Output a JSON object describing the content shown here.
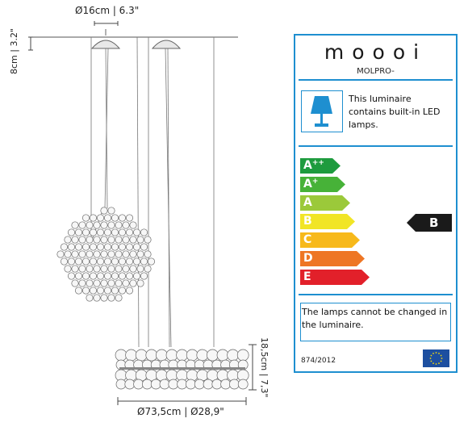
{
  "dimensions": {
    "canopy_diameter": "Ø16cm | 6.3\"",
    "canopy_height": "8cm | 3.2\"",
    "ring_diameter": "Ø73,5cm | Ø28,9\"",
    "ring_height": "18,5cm | 7,3\""
  },
  "energy_label": {
    "brand": "moooi",
    "model": "MOLPRO-",
    "lamp_text": "This luminaire contains built-in LED lamps.",
    "classes": [
      {
        "letter": "A",
        "sup": "++",
        "color": "#1e9b3e"
      },
      {
        "letter": "A",
        "sup": "+",
        "color": "#47b238"
      },
      {
        "letter": "A",
        "sup": "",
        "color": "#9bc93a"
      },
      {
        "letter": "B",
        "sup": "",
        "color": "#f1e526"
      },
      {
        "letter": "C",
        "sup": "",
        "color": "#f7b91b"
      },
      {
        "letter": "D",
        "sup": "",
        "color": "#ee7624"
      },
      {
        "letter": "E",
        "sup": "",
        "color": "#e2202a"
      }
    ],
    "rating": "B",
    "note": "The lamps cannot be changed in the luminaire.",
    "regulation": "874/2012",
    "frame_color": "#1e8fd0"
  }
}
